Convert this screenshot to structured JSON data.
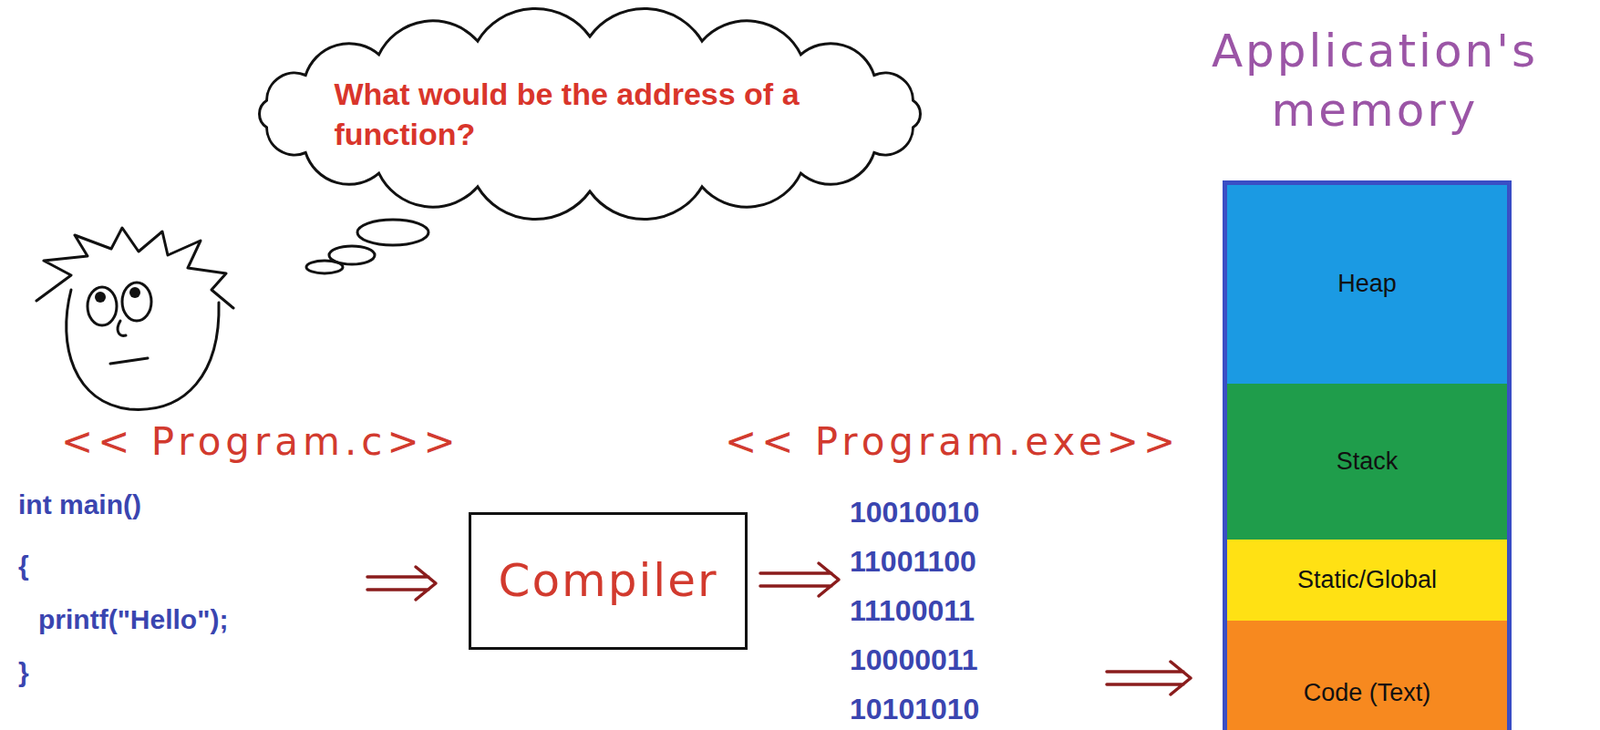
{
  "diagram": {
    "nodes": [
      {
        "text": [
          "What would be the address of a function?"
        ]
      },
      {
        "text": [
          "Compiler"
        ]
      },
      {
        "text": [
          "Application's memory"
        ]
      },
      {
        "text": [
          "Heap"
        ],
        "in": 2
      },
      {
        "text": [
          "Stack"
        ],
        "in": 2
      },
      {
        "text": [
          "Static/Global"
        ],
        "in": 2
      },
      {
        "text": [
          "Code (Text)"
        ],
        "in": 2
      }
    ],
    "labels": [
      "<< Program.c>>",
      "int main()",
      "{",
      "printf(\"Hello\");",
      "}",
      "<< Program.exe>>",
      "10010010",
      "11001100",
      "11100011",
      "10000011",
      "10101010"
    ]
  }
}
